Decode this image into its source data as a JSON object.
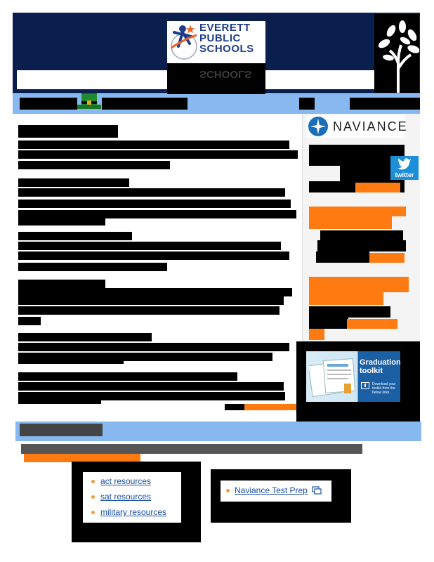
{
  "header": {
    "logo_line1": "EVERETT",
    "logo_line2": "PUBLIC",
    "logo_line3": "SCHOOLS"
  },
  "sidebar": {
    "naviance_label": "NAVIANCE",
    "twitter_label": "twitter",
    "gradkit_title_line1": "Graduation",
    "gradkit_title_line2": "toolkit",
    "gradkit_sub": "Download your toolkit from the below links"
  },
  "resources": {
    "items": [
      {
        "label": "act resources"
      },
      {
        "label": "sat resources"
      },
      {
        "label": "military resources"
      }
    ],
    "prep_link": "Naviance Test Prep"
  },
  "colors": {
    "header_navy": "#0a1f4d",
    "accent_orange": "#ff7a10",
    "nav_blue": "#87b8f0",
    "link_blue": "#1a4fa3"
  }
}
